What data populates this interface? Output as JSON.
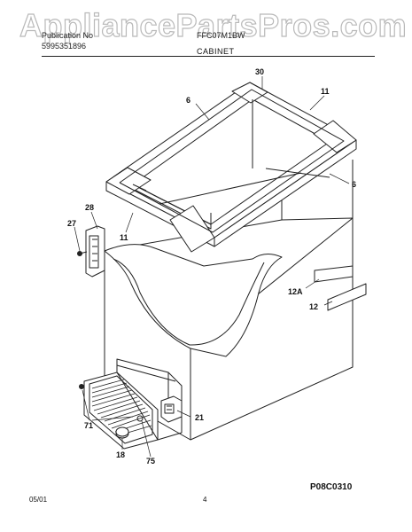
{
  "watermark": "AppliancePartsPros.com",
  "header": {
    "left_line1": "Publication No",
    "left_line2": "5995351896",
    "model": "FFC07M1BW",
    "section": "CABINET"
  },
  "callouts": {
    "c30": "30",
    "c6a": "6",
    "c11a": "11",
    "c6b": "6",
    "c28": "28",
    "c27": "27",
    "c11b": "11",
    "c12a": "12A",
    "c12": "12",
    "c71": "71",
    "c21": "21",
    "c18": "18",
    "c75": "75"
  },
  "diagram_code": "P08C0310",
  "footer": {
    "date": "05/01",
    "page": "4"
  },
  "colors": {
    "line": "#222222",
    "watermark_outline": "#b9b9b9"
  }
}
